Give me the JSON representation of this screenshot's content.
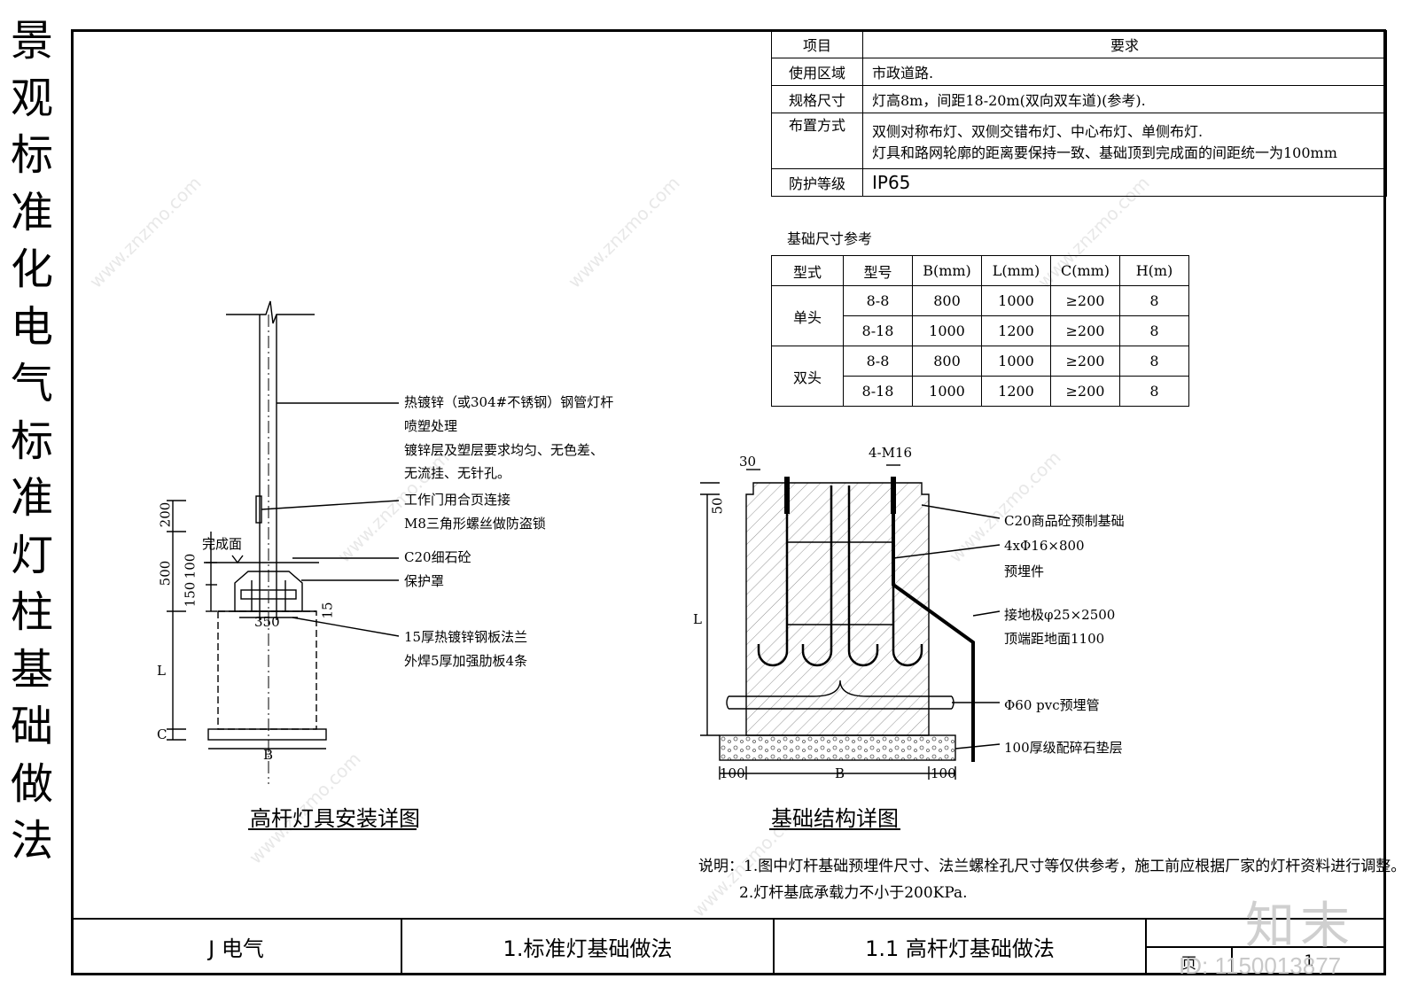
{
  "side_title": [
    "景",
    "观",
    "标",
    "准",
    "化",
    "电",
    "气",
    "标",
    "准",
    "灯",
    "柱",
    "基",
    "础",
    "做",
    "法"
  ],
  "req_table": {
    "header": [
      "项目",
      "要求"
    ],
    "rows": [
      {
        "k": "使用区域",
        "v": [
          "市政道路."
        ]
      },
      {
        "k": "规格尺寸",
        "v": [
          "灯高8m，间距18-20m(双向双车道)(参考)."
        ]
      },
      {
        "k": "布置方式",
        "v": [
          "双侧对称布灯、双侧交错布灯、中心布灯、单侧布灯.",
          "灯具和路网轮廓的距离要保持一致、基础顶到完成面的间距统一为100mm"
        ]
      },
      {
        "k": "防护等级",
        "v": [
          "IP65"
        ]
      }
    ]
  },
  "fnd_table": {
    "caption": "基础尺寸参考",
    "header": [
      "型式",
      "型号",
      "B(mm)",
      "L(mm)",
      "C(mm)",
      "H(m)"
    ],
    "groups": [
      {
        "type": "单头",
        "rows": [
          [
            "8-8",
            "800",
            "1000",
            "≥200",
            "8"
          ],
          [
            "8-18",
            "1000",
            "1200",
            "≥200",
            "8"
          ]
        ]
      },
      {
        "type": "双头",
        "rows": [
          [
            "8-8",
            "800",
            "1000",
            "≥200",
            "8"
          ],
          [
            "8-18",
            "1000",
            "1200",
            "≥200",
            "8"
          ]
        ]
      }
    ]
  },
  "left_detail": {
    "caption": "高杆灯具安装详图",
    "callouts": [
      "热镀锌（或304#不锈钢）钢管灯杆",
      "喷塑处理",
      "镀锌层及塑层要求均匀、无色差、",
      "无流挂、无针孔。",
      "工作门用合页连接",
      "M8三角形螺丝做防盗锁",
      "C20细石砼",
      "保护罩",
      "15厚热镀锌钢板法兰",
      "外焊5厚加强肋板4条"
    ],
    "dims": {
      "d200": "200",
      "d500": "500",
      "d100": "100",
      "d150": "150",
      "d15": "15",
      "d350": "350",
      "L": "L",
      "C": "C",
      "B": "B",
      "finish": "完成面"
    }
  },
  "right_detail": {
    "caption": "基础结构详图",
    "callouts": [
      "C20商品砼预制基础",
      "4xΦ16×800",
      "预埋件",
      "接地极φ25×2500",
      "顶端距地面1100",
      "Φ60 pvc预埋管",
      "100厚级配碎石垫层"
    ],
    "dims": {
      "d30": "30",
      "m16": "4-M16",
      "d50": "50",
      "L": "L",
      "B": "B",
      "d100a": "100",
      "d100b": "100"
    }
  },
  "notes": [
    "说明：1.图中灯杆基础预埋件尺寸、法兰螺栓孔尺寸等仅供参考，施工前应根据厂家的灯杆资料进行调整。",
    "2.灯杆基底承载力不小于200KPa."
  ],
  "title_block": {
    "c1": "J 电气",
    "c2": "1.标准灯基础做法",
    "c3": "1.1 高杆灯基础做法",
    "page_label": "页",
    "page_num": "1"
  },
  "watermark": "www.znzmo.com",
  "logo": "知末",
  "id_text": "ID: 1150013877"
}
